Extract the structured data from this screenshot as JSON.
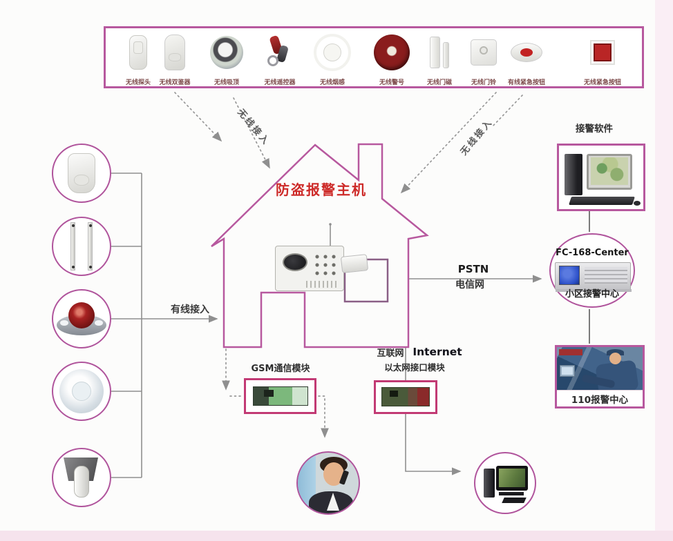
{
  "colors": {
    "diagram_outline": "#b7589e",
    "module_border": "#c23a74",
    "connector_line": "#8f8f8f",
    "house_title_red": "#cd2a28"
  },
  "top_box": {
    "items": [
      {
        "label": "无线探头",
        "icon": "wireless-pir-detector-icon"
      },
      {
        "label": "无线双鉴器",
        "icon": "wireless-dual-tech-detector-icon"
      },
      {
        "label": "无线吸顶",
        "icon": "wireless-ceiling-detector-icon"
      },
      {
        "label": "无线遥控器",
        "icon": "wireless-remote-control-icon"
      },
      {
        "label": "无线烟感",
        "icon": "wireless-smoke-detector-icon"
      },
      {
        "label": "无线警号",
        "icon": "wireless-siren-icon"
      },
      {
        "label": "无线门磁",
        "icon": "wireless-door-contact-icon"
      },
      {
        "label": "无线门铃",
        "icon": "wireless-doorbell-icon"
      },
      {
        "label": "有线紧急按钮",
        "icon": "wired-panic-button-icon"
      },
      {
        "label": "无线紧急按钮",
        "icon": "wireless-panic-button-icon"
      }
    ]
  },
  "house": {
    "title": "防盗报警主机",
    "host_icon": "alarm-host-panel-icon"
  },
  "access": {
    "wireless_left": "无线接入",
    "wireless_right": "无线接入",
    "wired": "有线接入"
  },
  "pstn": {
    "label": "PSTN",
    "network": "电信网"
  },
  "gsm": {
    "label": "GSM通信模块"
  },
  "internet": {
    "cn": "互联网",
    "en": "Internet",
    "module": "以太网接口模块"
  },
  "monitoring": {
    "software": "接警软件",
    "receiver": "FC-168-Center",
    "community": "小区接警中心",
    "police": "110报警中心"
  },
  "left_sensors": {
    "items": [
      {
        "icon": "pir-motion-detector-icon"
      },
      {
        "icon": "infrared-beam-detector-icon"
      },
      {
        "icon": "flash-siren-icon"
      },
      {
        "icon": "ceiling-pir-detector-icon"
      },
      {
        "icon": "outdoor-detector-icon"
      }
    ]
  }
}
